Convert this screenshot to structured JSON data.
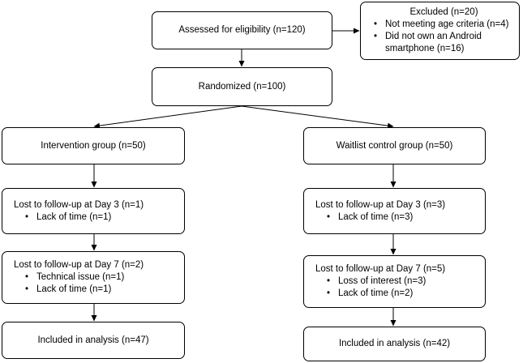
{
  "assessed": {
    "label": "Assessed for eligibility (n=120)"
  },
  "excluded": {
    "title": "Excluded (n=20)",
    "reasons": [
      "Not meeting age criteria (n=4)",
      "Did not own an Android smartphone (n=16)"
    ]
  },
  "randomized": {
    "label": "Randomized (n=100)"
  },
  "intervention": {
    "group": "Intervention group (n=50)",
    "day3": {
      "title": "Lost to follow-up at Day 3 (n=1)",
      "reasons": [
        "Lack of time (n=1)"
      ]
    },
    "day7": {
      "title": "Lost to follow-up at Day 7 (n=2)",
      "reasons": [
        "Technical issue (n=1)",
        "Lack of time (n=1)"
      ]
    },
    "analysis": "Included in analysis (n=47)"
  },
  "control": {
    "group": "Waitlist control group (n=50)",
    "day3": {
      "title": "Lost to follow-up at Day 3 (n=3)",
      "reasons": [
        "Lack of time (n=3)"
      ]
    },
    "day7": {
      "title": "Lost to follow-up at Day 7 (n=5)",
      "reasons": [
        "Loss of interest (n=3)",
        "Lack of time (n=2)"
      ]
    },
    "analysis": "Included in analysis (n=42)"
  }
}
